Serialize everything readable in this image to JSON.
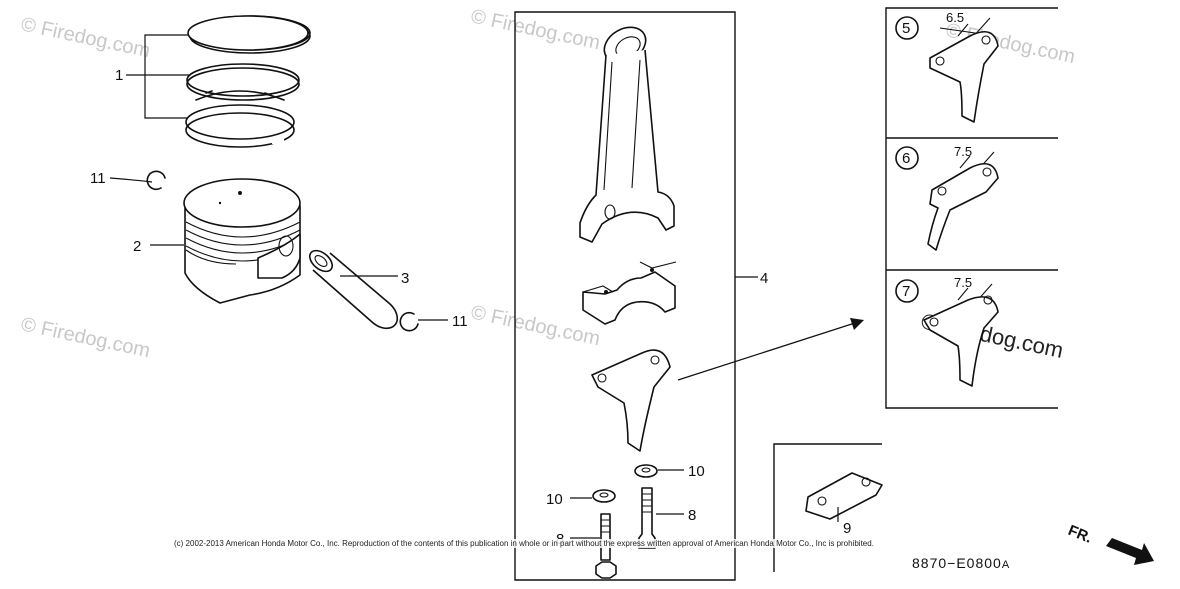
{
  "watermarks": [
    "© Firedog.com",
    "© Firedog.com",
    "© Firedog.com",
    "© Firedog.com",
    "© Firedog.com",
    "© Firedog.com"
  ],
  "callouts": {
    "piston_ring_set": "1",
    "piston": "2",
    "piston_pin": "3",
    "connecting_rod_assy": "4",
    "oil_dipper_5": "5",
    "oil_dipper_6": "6",
    "oil_dipper_7": "7",
    "rod_bolt_left": "8",
    "rod_bolt_right": "8",
    "lock_plate": "9",
    "rod_washer_left": "10",
    "rod_washer_right": "10",
    "pin_clip_left": "11",
    "pin_clip_right": "11"
  },
  "dimensions": {
    "dipper_5": "6.5",
    "dipper_6": "7.5",
    "dipper_7": "7.5"
  },
  "copyright": "(c) 2002-2013 American Honda Motor Co., Inc. Reproduction of the contents of this publication in whole or in part without the express written approval of American Honda Motor Co., Inc is prohibited.",
  "drawing_number": {
    "main": "8870−E0800",
    "suffix": "A"
  },
  "front_indicator": "FR."
}
